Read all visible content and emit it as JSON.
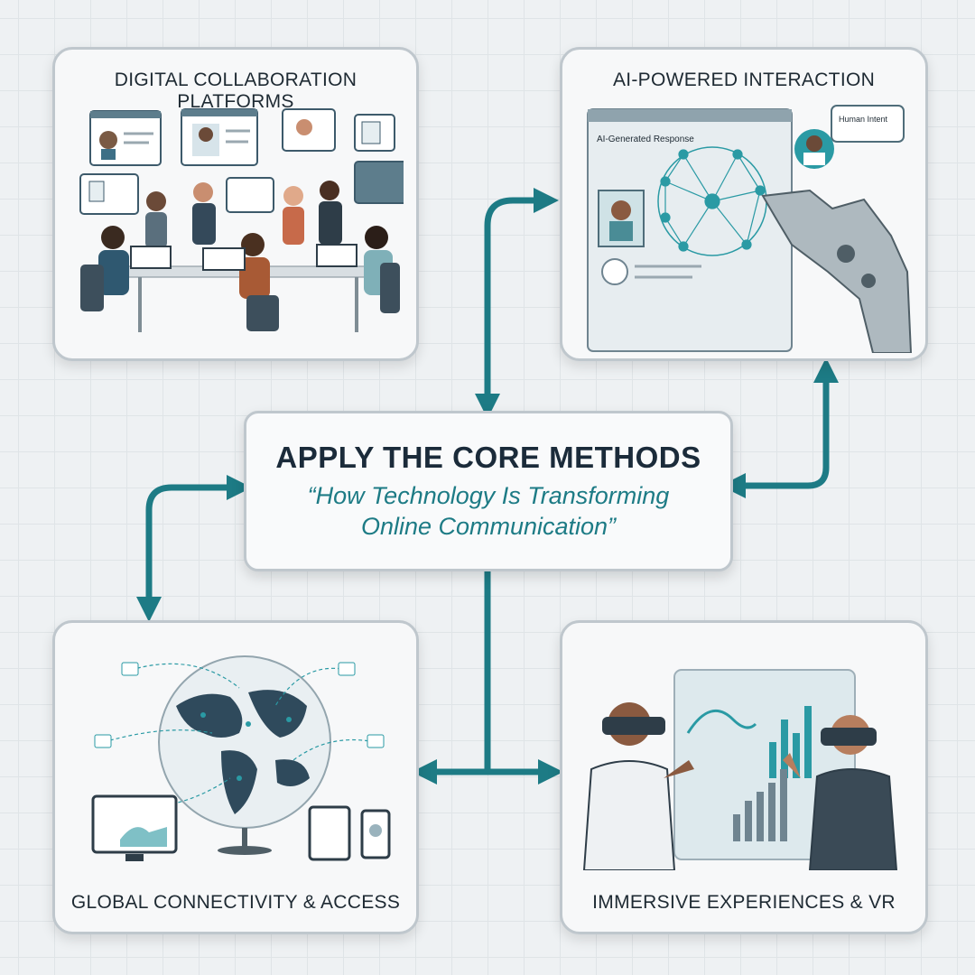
{
  "center": {
    "title": "APPLY THE CORE METHODS",
    "subtitle_line1": "“How Technology Is Transforming",
    "subtitle_line2": "Online Communication”"
  },
  "panels": [
    {
      "title": "DIGITAL COLLABORATION PLATFORMS"
    },
    {
      "title": "AI-POWERED INTERACTION",
      "labels": {
        "response": "AI-Generated Response",
        "intent": "Human Intent"
      }
    },
    {
      "title": "GLOBAL CONNECTIVITY & ACCESS"
    },
    {
      "title": "IMMERSIVE EXPERIENCES & VR"
    }
  ],
  "colors": {
    "accent": "#1d7b85",
    "dark": "#1e2a33",
    "border": "#bfc7cd",
    "panel": "#f7f8f9"
  }
}
